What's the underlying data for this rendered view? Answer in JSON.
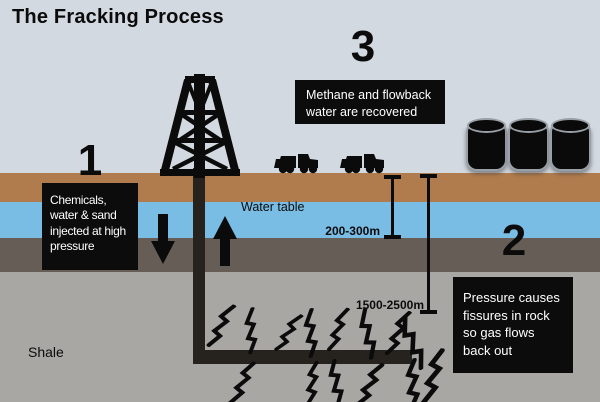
{
  "title": "The Fracking Process",
  "steps": [
    {
      "number": "1",
      "text": "Chemicals,\nwater & sand\ninjected at high\npressure"
    },
    {
      "number": "2",
      "text": "Pressure causes\nfissures in rock\nso gas flows\nback out"
    },
    {
      "number": "3",
      "text": "Methane and flowback\nwater are recovered"
    }
  ],
  "labels": {
    "water_table": "Water table",
    "shale": "Shale",
    "depth_shallow": "200-300m",
    "depth_deep": "1500-2500m"
  },
  "icons": {
    "derrick": "oil-derrick-icon",
    "truck": "dump-truck-icon",
    "barrel": "oil-barrel-icon",
    "down_arrow": "injection-down-arrow-icon",
    "up_arrow": "flowback-up-arrow-icon",
    "fracture": "lightning-fracture-icon"
  },
  "colors": {
    "sky": "#d3d9e0",
    "topsoil": "#b17c4d",
    "water_table": "#79bce4",
    "rock": "#665d57",
    "shale": "#a8a7a4",
    "callout_bg": "#0c0c0c",
    "callout_text": "#ffffff",
    "ink": "#0b0b0b",
    "pipe": "#26231e",
    "barrel_rim": "#99a0a7"
  }
}
